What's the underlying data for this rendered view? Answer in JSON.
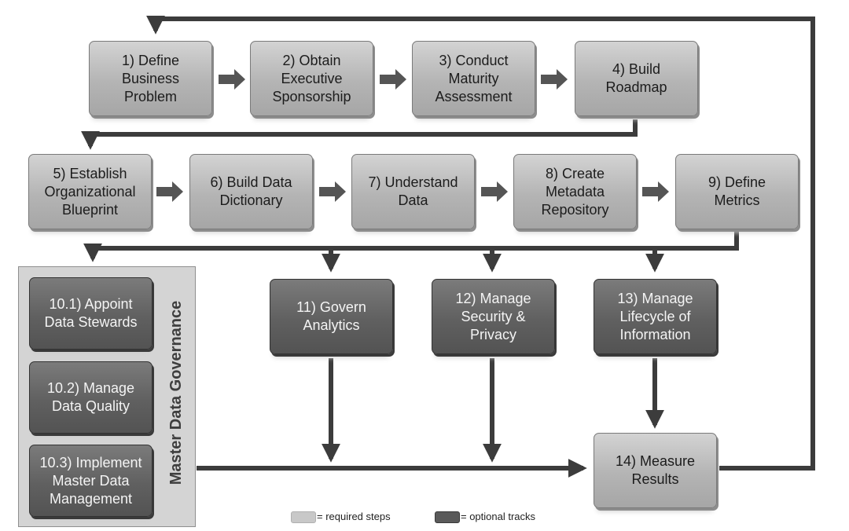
{
  "colors": {
    "required": "#b4b4b4",
    "optional": "#606060",
    "connector": "#3c3c3c"
  },
  "steps": {
    "s1": "1) Define\nBusiness\nProblem",
    "s2": "2) Obtain\nExecutive\nSponsorship",
    "s3": "3) Conduct\nMaturity\nAssessment",
    "s4": "4) Build\nRoadmap",
    "s5": "5) Establish\nOrganizational\nBlueprint",
    "s6": "6) Build Data\nDictionary",
    "s7": "7) Understand\nData",
    "s8": "8) Create\nMetadata\nRepository",
    "s9": "9) Define\nMetrics",
    "s10_1": "10.1) Appoint\nData Stewards",
    "s10_2": "10.2) Manage\nData Quality",
    "s10_3": "10.3) Implement\nMaster Data\nManagement",
    "s11": "11) Govern\nAnalytics",
    "s12": "12) Manage\nSecurity &\nPrivacy",
    "s13": "13) Manage\nLifecycle of\nInformation",
    "s14": "14) Measure\nResults"
  },
  "group_label": "Master Data Governance",
  "legend": {
    "required": "= required steps",
    "optional": "= optional tracks"
  }
}
